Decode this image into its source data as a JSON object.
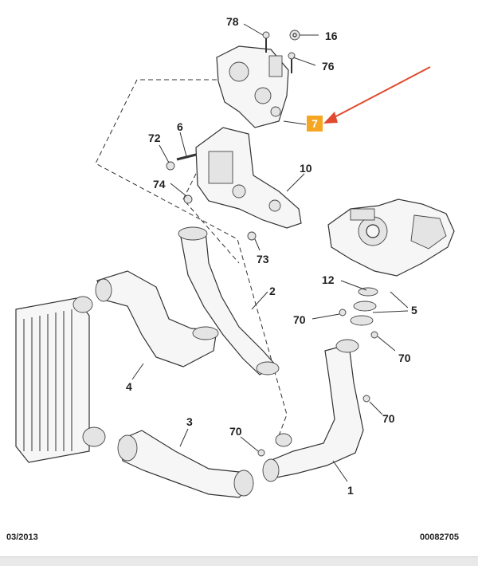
{
  "callouts": {
    "c78": "78",
    "c16": "16",
    "c76": "76",
    "c7": "7",
    "c72": "72",
    "c6": "6",
    "c10": "10",
    "c74": "74",
    "c73": "73",
    "c12": "12",
    "c5": "5",
    "c2": "2",
    "c70a": "70",
    "c70b": "70",
    "c70c": "70",
    "c70d": "70",
    "c4": "4",
    "c3": "3",
    "c1": "1"
  },
  "footer": {
    "date": "03/2013",
    "code": "00082705"
  },
  "colors": {
    "highlight": "#f5a623",
    "arrow": "#e04a2f"
  }
}
